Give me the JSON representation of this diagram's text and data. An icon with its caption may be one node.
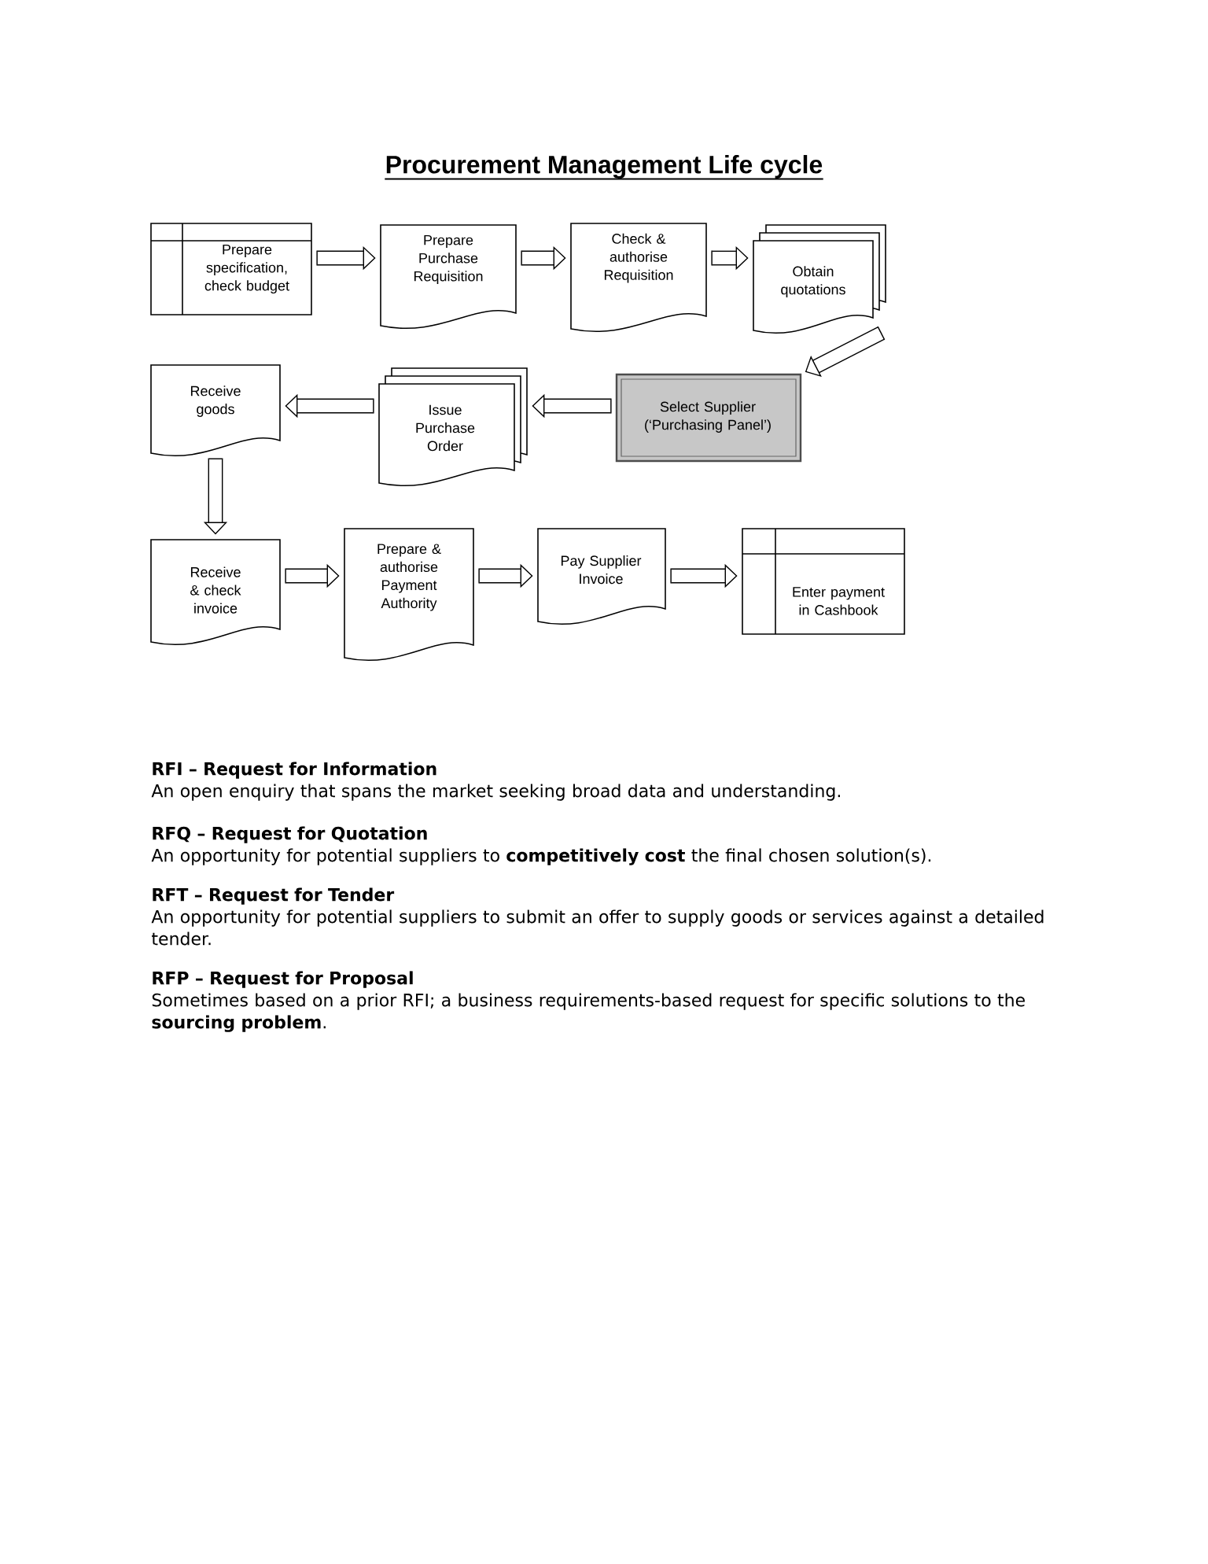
{
  "diagram": {
    "title": "Procurement Management Life cycle",
    "nodes": [
      {
        "text": [
          "Prepare specification, check budget"
        ]
      },
      {
        "text": [
          "Prepare Purchase Requisition"
        ]
      },
      {
        "text": [
          "Check & authorise Requisition"
        ]
      },
      {
        "text": [
          "Obtain quotations"
        ]
      },
      {
        "text": [
          "Select Supplier (‘Purchasing Panel’)"
        ]
      },
      {
        "text": [
          "Issue Purchase Order"
        ]
      },
      {
        "text": [
          "Receive goods"
        ]
      },
      {
        "text": [
          "Receive & check invoice"
        ]
      },
      {
        "text": [
          "Prepare & authorise Payment Authority"
        ]
      },
      {
        "text": [
          "Pay Supplier Invoice"
        ]
      },
      {
        "text": [
          "Enter payment in Cashbook"
        ]
      }
    ],
    "edges": [
      {
        "from": 0,
        "to": 1,
        "arrow": "to"
      },
      {
        "from": 1,
        "to": 2,
        "arrow": "to"
      },
      {
        "from": 2,
        "to": 3,
        "arrow": "to"
      },
      {
        "from": 3,
        "to": 4,
        "arrow": "to"
      },
      {
        "from": 4,
        "to": 5,
        "arrow": "to"
      },
      {
        "from": 5,
        "to": 6,
        "arrow": "to"
      },
      {
        "from": 6,
        "to": 7,
        "arrow": "to"
      },
      {
        "from": 7,
        "to": 8,
        "arrow": "to"
      },
      {
        "from": 8,
        "to": 9,
        "arrow": "to"
      },
      {
        "from": 9,
        "to": 10,
        "arrow": "to"
      }
    ],
    "labels": [
      "RFI – Request for Information",
      "An open enquiry that spans the market seeking broad data and understanding.",
      "RFQ – Request for Quotation",
      "An opportunity for potential suppliers to **competitively cost** the final chosen solution(s).",
      "RFT – Request for Tender",
      "An opportunity for potential suppliers to submit an offer to supply goods or services against a detailed tender.",
      "RFP – Request for Proposal",
      "Sometimes based on a prior RFI; a business requirements-based request for specific solutions to the **sourcing problem**."
    ]
  }
}
